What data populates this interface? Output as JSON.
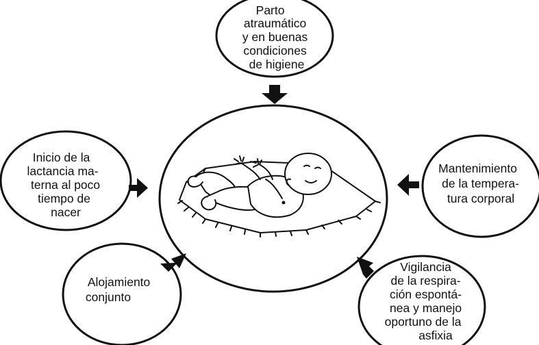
{
  "diagram": {
    "center": {
      "image": "newborn-baby-on-blanket"
    },
    "nodes": [
      {
        "id": "top",
        "lines": [
          "Parto",
          "atraumático",
          "y en buenas",
          "condiciones",
          "de higiene"
        ]
      },
      {
        "id": "left",
        "lines": [
          "Inicio de la",
          "lactancia ma-",
          "terna al poco",
          "tiempo de",
          "nacer"
        ]
      },
      {
        "id": "right",
        "lines": [
          "Mantenimiento",
          "de la tempera-",
          "tura corporal"
        ]
      },
      {
        "id": "bottom-left",
        "lines": [
          "Alojamiento",
          "conjunto"
        ]
      },
      {
        "id": "bottom-right",
        "lines": [
          "Vigilancia",
          "de la respira-",
          "ción espontá-",
          "nea y manejo",
          "oportuno de la",
          "asfixia"
        ]
      }
    ],
    "colors": {
      "ink": "#111111",
      "background": "#ffffff"
    }
  }
}
